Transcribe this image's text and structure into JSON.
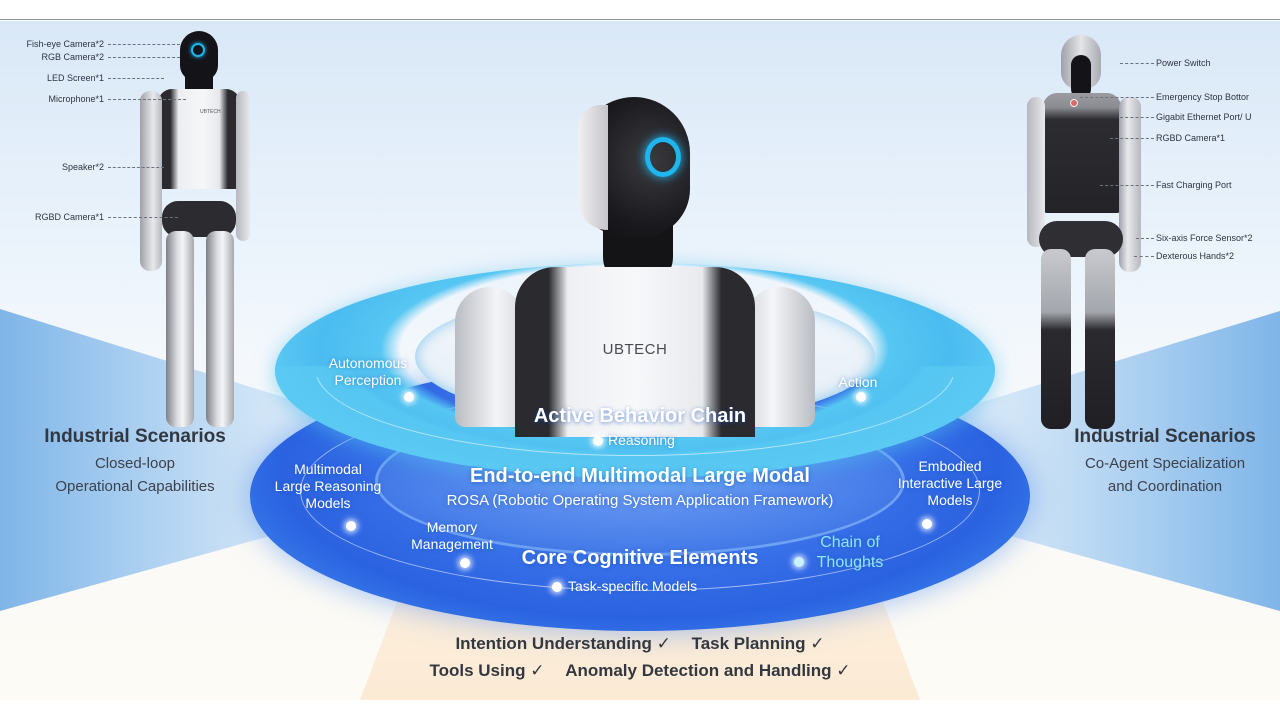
{
  "center_robot": {
    "logo": "UBTECH"
  },
  "left_robot": {
    "callouts": [
      {
        "label": "Fish-eye Camera*2"
      },
      {
        "label": "RGB Camera*2"
      },
      {
        "label": "LED Screen*1"
      },
      {
        "label": "Microphone*1"
      },
      {
        "label": "Speaker*2"
      },
      {
        "label": "RGBD Camera*1"
      }
    ],
    "logo": "UBTECH"
  },
  "right_robot": {
    "callouts": [
      {
        "label": "Power Switch"
      },
      {
        "label": "Emergency Stop Bottor"
      },
      {
        "label": "Gigabit Ethernet Port/ U"
      },
      {
        "label": "RGBD Camera*1"
      },
      {
        "label": "Fast Charging Port"
      },
      {
        "label": "Six-axis Force Sensor*2"
      },
      {
        "label": "Dexterous Hands*2"
      }
    ]
  },
  "left_scenario": {
    "title": "Industrial Scenarios",
    "lines": [
      "Closed-loop",
      "Operational Capabilities"
    ]
  },
  "right_scenario": {
    "title": "Industrial Scenarios",
    "lines": [
      "Co-Agent Specialization",
      "and Coordination"
    ]
  },
  "active_behavior_ring": {
    "title": "Active Behavior Chain",
    "nodes": {
      "perception": [
        "Autonomous",
        "Perception"
      ],
      "reasoning": "Reasoning",
      "action": "Action"
    }
  },
  "end_to_end": {
    "title": "End-to-end Multimodal Large Modal",
    "subtitle": "ROSA (Robotic Operating System Application Framework)"
  },
  "core_ring": {
    "title": "Core Cognitive Elements",
    "nodes": {
      "multimodal": [
        "Multimodal",
        "Large Reasoning",
        "Models"
      ],
      "memory": [
        "Memory",
        "Management"
      ],
      "task_models": "Task-specific Models",
      "chain_of_thoughts": [
        "Chain of",
        "Thoughts"
      ],
      "embodied": [
        "Embodied",
        "Interactive Large",
        "Models"
      ]
    }
  },
  "capabilities": {
    "row1": [
      "Intention Understanding ✓",
      "Task Planning ✓"
    ],
    "row2": [
      "Tools Using ✓",
      "Anomaly Detection and Handling ✓"
    ]
  },
  "colors": {
    "ring_cyan": "#4bbcf0",
    "ring_blue": "#2a62e0",
    "eye_ring": "#1fb6f0",
    "text_dark": "#333840",
    "chain_highlight": "#8ee6ff"
  }
}
